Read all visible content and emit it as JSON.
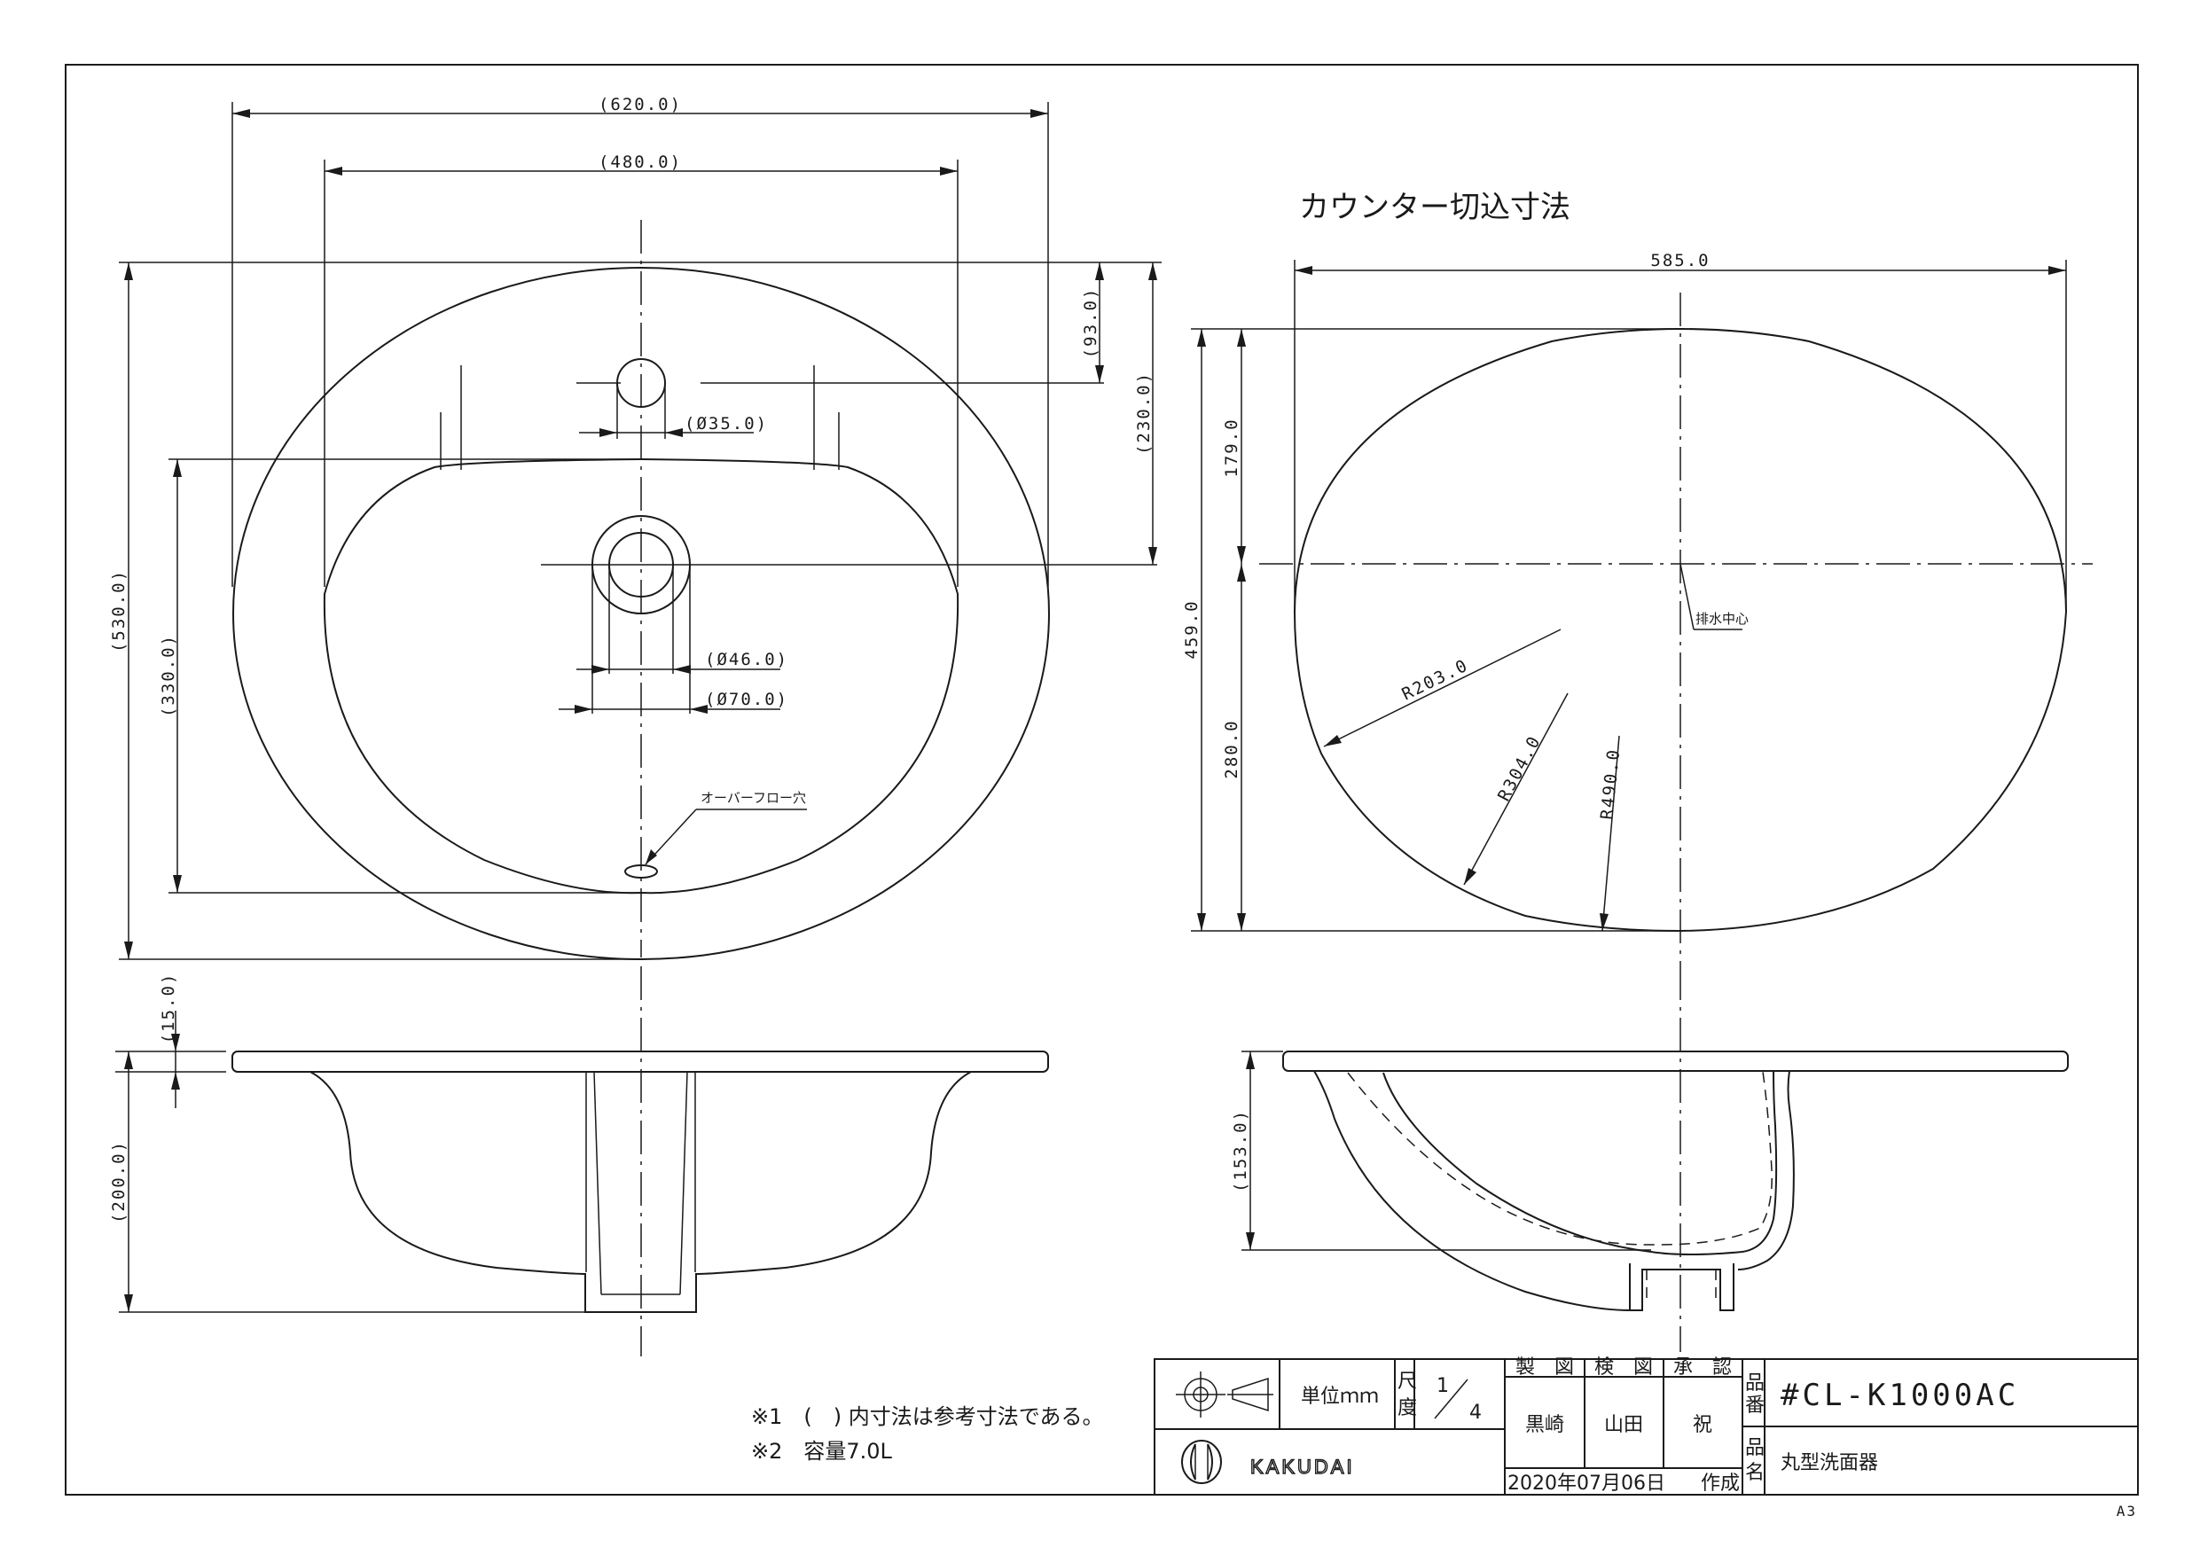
{
  "front_view": {
    "dims": {
      "width_outer": "(620.0)",
      "width_inner": "(480.0)",
      "height_outer": "(530.0)",
      "height_inner": "(330.0)",
      "faucet_offset": "(93.0)",
      "drain_offset": "(230.0)",
      "faucet_hole": "(Ø35.0)",
      "drain_inner": "(Ø46.0)",
      "drain_outer": "(Ø70.0)"
    },
    "overflow_label": "オーバーフロー穴"
  },
  "side_view": {
    "dims": {
      "rim": "(15.0)",
      "depth": "(200.0)"
    }
  },
  "cutout_view": {
    "title": "カウンター切込寸法",
    "dims": {
      "width": "585.0",
      "total_height": "459.0",
      "upper": "179.0",
      "lower": "280.0",
      "r1": "R203.0",
      "r2": "R304.0",
      "r3": "R490.0"
    },
    "drain_center_label": "排水中心"
  },
  "section_view": {
    "dims": {
      "depth": "(153.0)"
    }
  },
  "notes": {
    "note1": "※1　(　) 内寸法は参考寸法である。",
    "note2": "※2　容量7.0L"
  },
  "title_block": {
    "unit": "単位ｍｍ",
    "scale_label_1": "尺",
    "scale_label_2": "度",
    "scale_num": "1",
    "scale_den": "4",
    "drawn_header": "製　図",
    "checked_header": "検　図",
    "approved_header": "承　認",
    "drawn_by": "黒崎",
    "checked_by": "山田",
    "approved_by": "祝",
    "part_no_label_1": "品",
    "part_no_label_2": "番",
    "part_no": "#CL-K1000AC",
    "part_name_label_1": "品",
    "part_name_label_2": "名",
    "part_name": "丸型洗面器",
    "brand": "KAKUDAI",
    "date": "2020年07月06日",
    "created": "作成"
  },
  "sheet_size": "A3"
}
